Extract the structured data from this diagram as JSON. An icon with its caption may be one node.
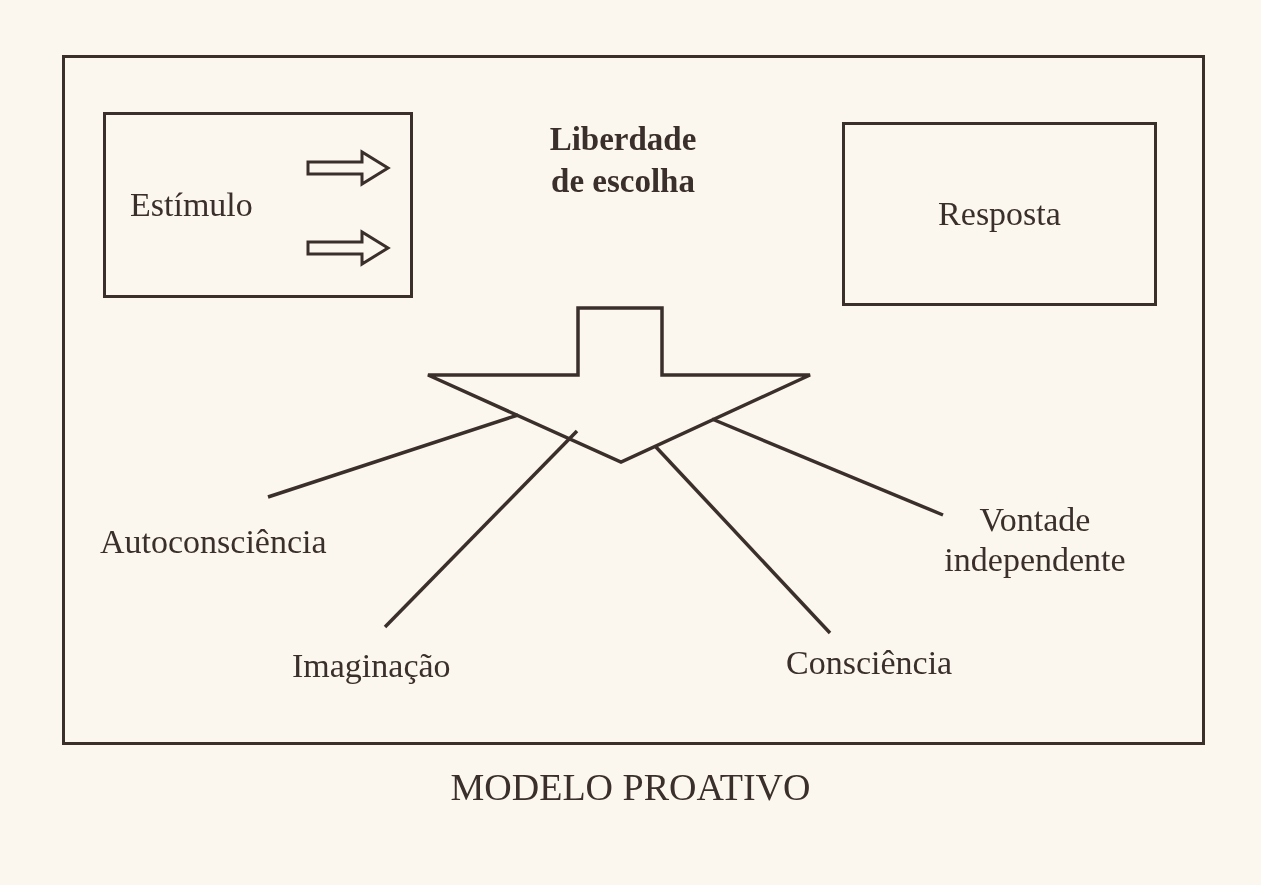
{
  "diagram": {
    "caption": "MODELO PROATIVO",
    "nodes": [
      {
        "text": [],
        "shape": "box"
      },
      {
        "text": [
          "Estímulo"
        ],
        "in": 0
      },
      {
        "text": [
          "Liberdade de escolha"
        ],
        "in": 0
      },
      {
        "text": [
          "Resposta"
        ],
        "in": 0
      },
      {
        "text": [],
        "shape": "arrow",
        "in": 0
      },
      {
        "text": [
          "Autoconsciência"
        ],
        "in": 0
      },
      {
        "text": [
          "Imaginação"
        ],
        "in": 0
      },
      {
        "text": [
          "Consciência"
        ],
        "in": 0
      },
      {
        "text": [
          "Vontade independente"
        ],
        "in": 0
      }
    ],
    "edges": [
      {
        "from": 5,
        "to": 4,
        "arrow": "none"
      },
      {
        "from": 6,
        "to": 4,
        "arrow": "none"
      },
      {
        "from": 7,
        "to": 4,
        "arrow": "none"
      },
      {
        "from": 8,
        "to": 4,
        "arrow": "none"
      }
    ]
  }
}
